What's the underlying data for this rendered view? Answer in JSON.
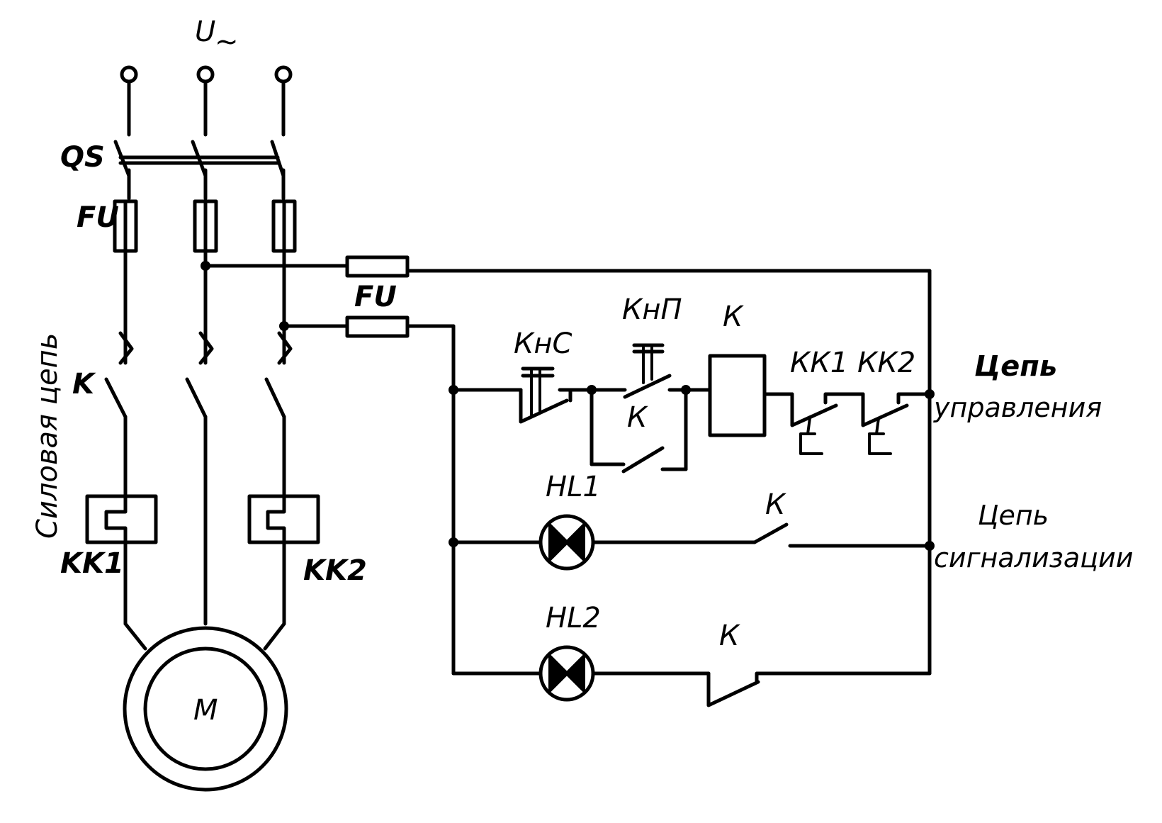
{
  "labels": {
    "supply": "U",
    "supply_sym": "~",
    "qs": "QS",
    "fu_power": "FU",
    "fu_control": "FU",
    "k_power": "K",
    "kk1_power": "KK1",
    "kk2_power": "KK2",
    "motor": "M",
    "power_circuit": "Силовая цепь",
    "knc": "КнС",
    "knp": "КнП",
    "coil_k": "К",
    "k_holding": "К",
    "kk1_ctrl": "КК1",
    "kk2_ctrl": "КК2",
    "hl1": "HL1",
    "hl2": "HL2",
    "k_hl1": "К",
    "k_hl2": "К",
    "control_circuit_1": "Цепь",
    "control_circuit_2": "управления",
    "signal_circuit_1": "Цепь",
    "signal_circuit_2": "сигнализации"
  }
}
